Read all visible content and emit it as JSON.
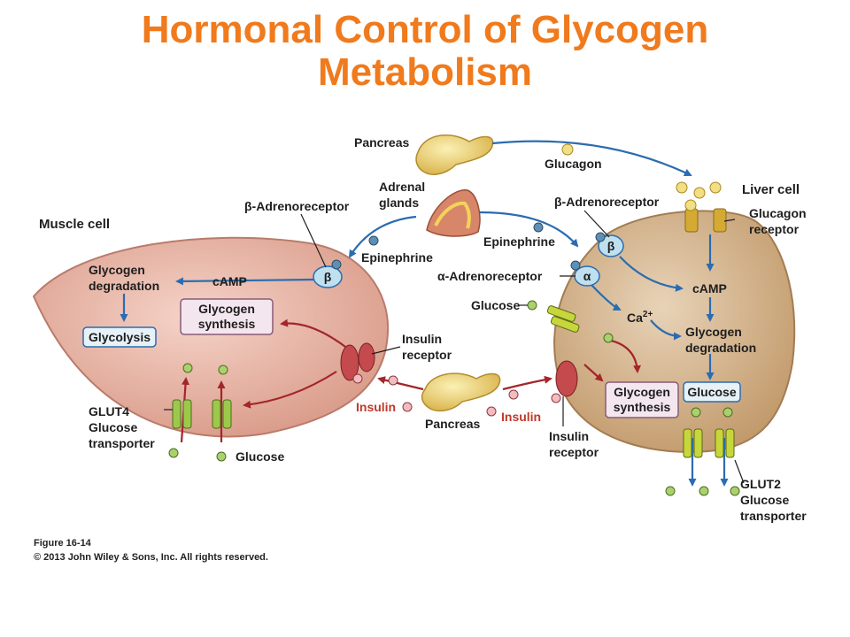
{
  "title": {
    "line1": "Hormonal Control of Glycogen",
    "line2": "Metabolism"
  },
  "caption": {
    "figure": "Figure 16-14",
    "copyright": "© 2013 John Wiley & Sons, Inc. All rights reserved."
  },
  "labels": {
    "pancreas_top": "Pancreas",
    "glucagon": "Glucagon",
    "liver_cell": "Liver cell",
    "adrenal_glands_1": "Adrenal",
    "adrenal_glands_2": "glands",
    "beta_adrenoreceptor_left": "β-Adrenoreceptor",
    "beta_adrenoreceptor_right": "β-Adrenoreceptor",
    "glucagon_receptor_1": "Glucagon",
    "glucagon_receptor_2": "receptor",
    "muscle_cell": "Muscle cell",
    "epinephrine_left": "Epinephrine",
    "epinephrine_right": "Epinephrine",
    "alpha_adrenoreceptor": "α-Adrenoreceptor",
    "glycogen_degradation_left_1": "Glycogen",
    "glycogen_degradation_left_2": "degradation",
    "camp_left": "cAMP",
    "camp_right": "cAMP",
    "glucose_liver_in": "Glucose",
    "ca2_base": "Ca",
    "ca2_sup": "2+",
    "glycogen_degradation_right_1": "Glycogen",
    "glycogen_degradation_right_2": "degradation",
    "glycogen_synthesis_left_1": "Glycogen",
    "glycogen_synthesis_left_2": "synthesis",
    "glycolysis": "Glycolysis",
    "insulin_receptor_left_1": "Insulin",
    "insulin_receptor_left_2": "receptor",
    "insulin_left": "Insulin",
    "insulin_right": "Insulin",
    "pancreas_bottom": "Pancreas",
    "glycogen_synthesis_right_1": "Glycogen",
    "glycogen_synthesis_right_2": "synthesis",
    "glucose_box_right": "Glucose",
    "glut4_1": "GLUT4",
    "glut4_2": "Glucose",
    "glut4_3": "transporter",
    "glucose_muscle": "Glucose",
    "insulin_receptor_right_1": "Insulin",
    "insulin_receptor_right_2": "receptor",
    "glut2_1": "GLUT2",
    "glut2_2": "Glucose",
    "glut2_3": "transporter",
    "beta_symbol": "β",
    "alpha_symbol": "α"
  },
  "colors": {
    "title": "#f07a1c",
    "muscle_cell": "#e9b8a9",
    "liver_cell": "#d3b48e",
    "blue_arrow": "#2b6cb0",
    "red_arrow": "#a3262a",
    "insulin_text": "#c0392b"
  }
}
